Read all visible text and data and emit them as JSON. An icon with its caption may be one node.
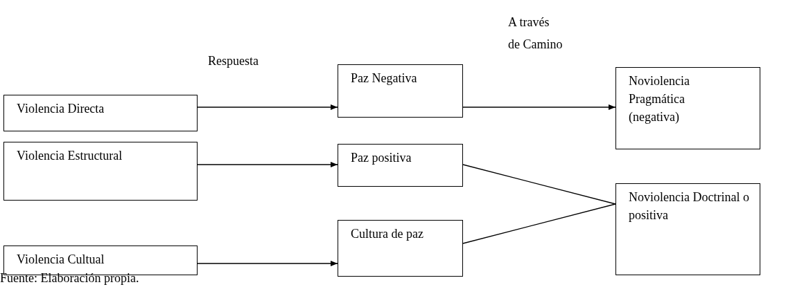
{
  "diagram": {
    "caption": "Fuente: Elaboración propia.",
    "nodes": [
      {
        "text": [
          "Violencia Directa"
        ]
      },
      {
        "text": [
          "Paz Negativa"
        ]
      },
      {
        "text": [
          "Noviolencia Pragmática (negativa)"
        ]
      },
      {
        "text": [
          "Violencia Estructural"
        ]
      },
      {
        "text": [
          "Paz positiva"
        ]
      },
      {
        "text": [
          "Noviolencia Doctrinal o positiva"
        ]
      },
      {
        "text": [
          "Violencia Cultual"
        ]
      },
      {
        "text": [
          "Cultura de paz"
        ]
      }
    ],
    "edges": [
      {
        "from": 0,
        "to": 1,
        "arrow": "to",
        "label": "Respuesta"
      },
      {
        "from": 1,
        "to": 2,
        "arrow": "to",
        "label": "A través de Camino"
      },
      {
        "from": 3,
        "to": 4,
        "arrow": "to"
      },
      {
        "from": 4,
        "to": 5,
        "arrow": "none"
      },
      {
        "from": 7,
        "to": 5,
        "arrow": "none"
      },
      {
        "from": 6,
        "to": 7,
        "arrow": "to"
      }
    ]
  }
}
